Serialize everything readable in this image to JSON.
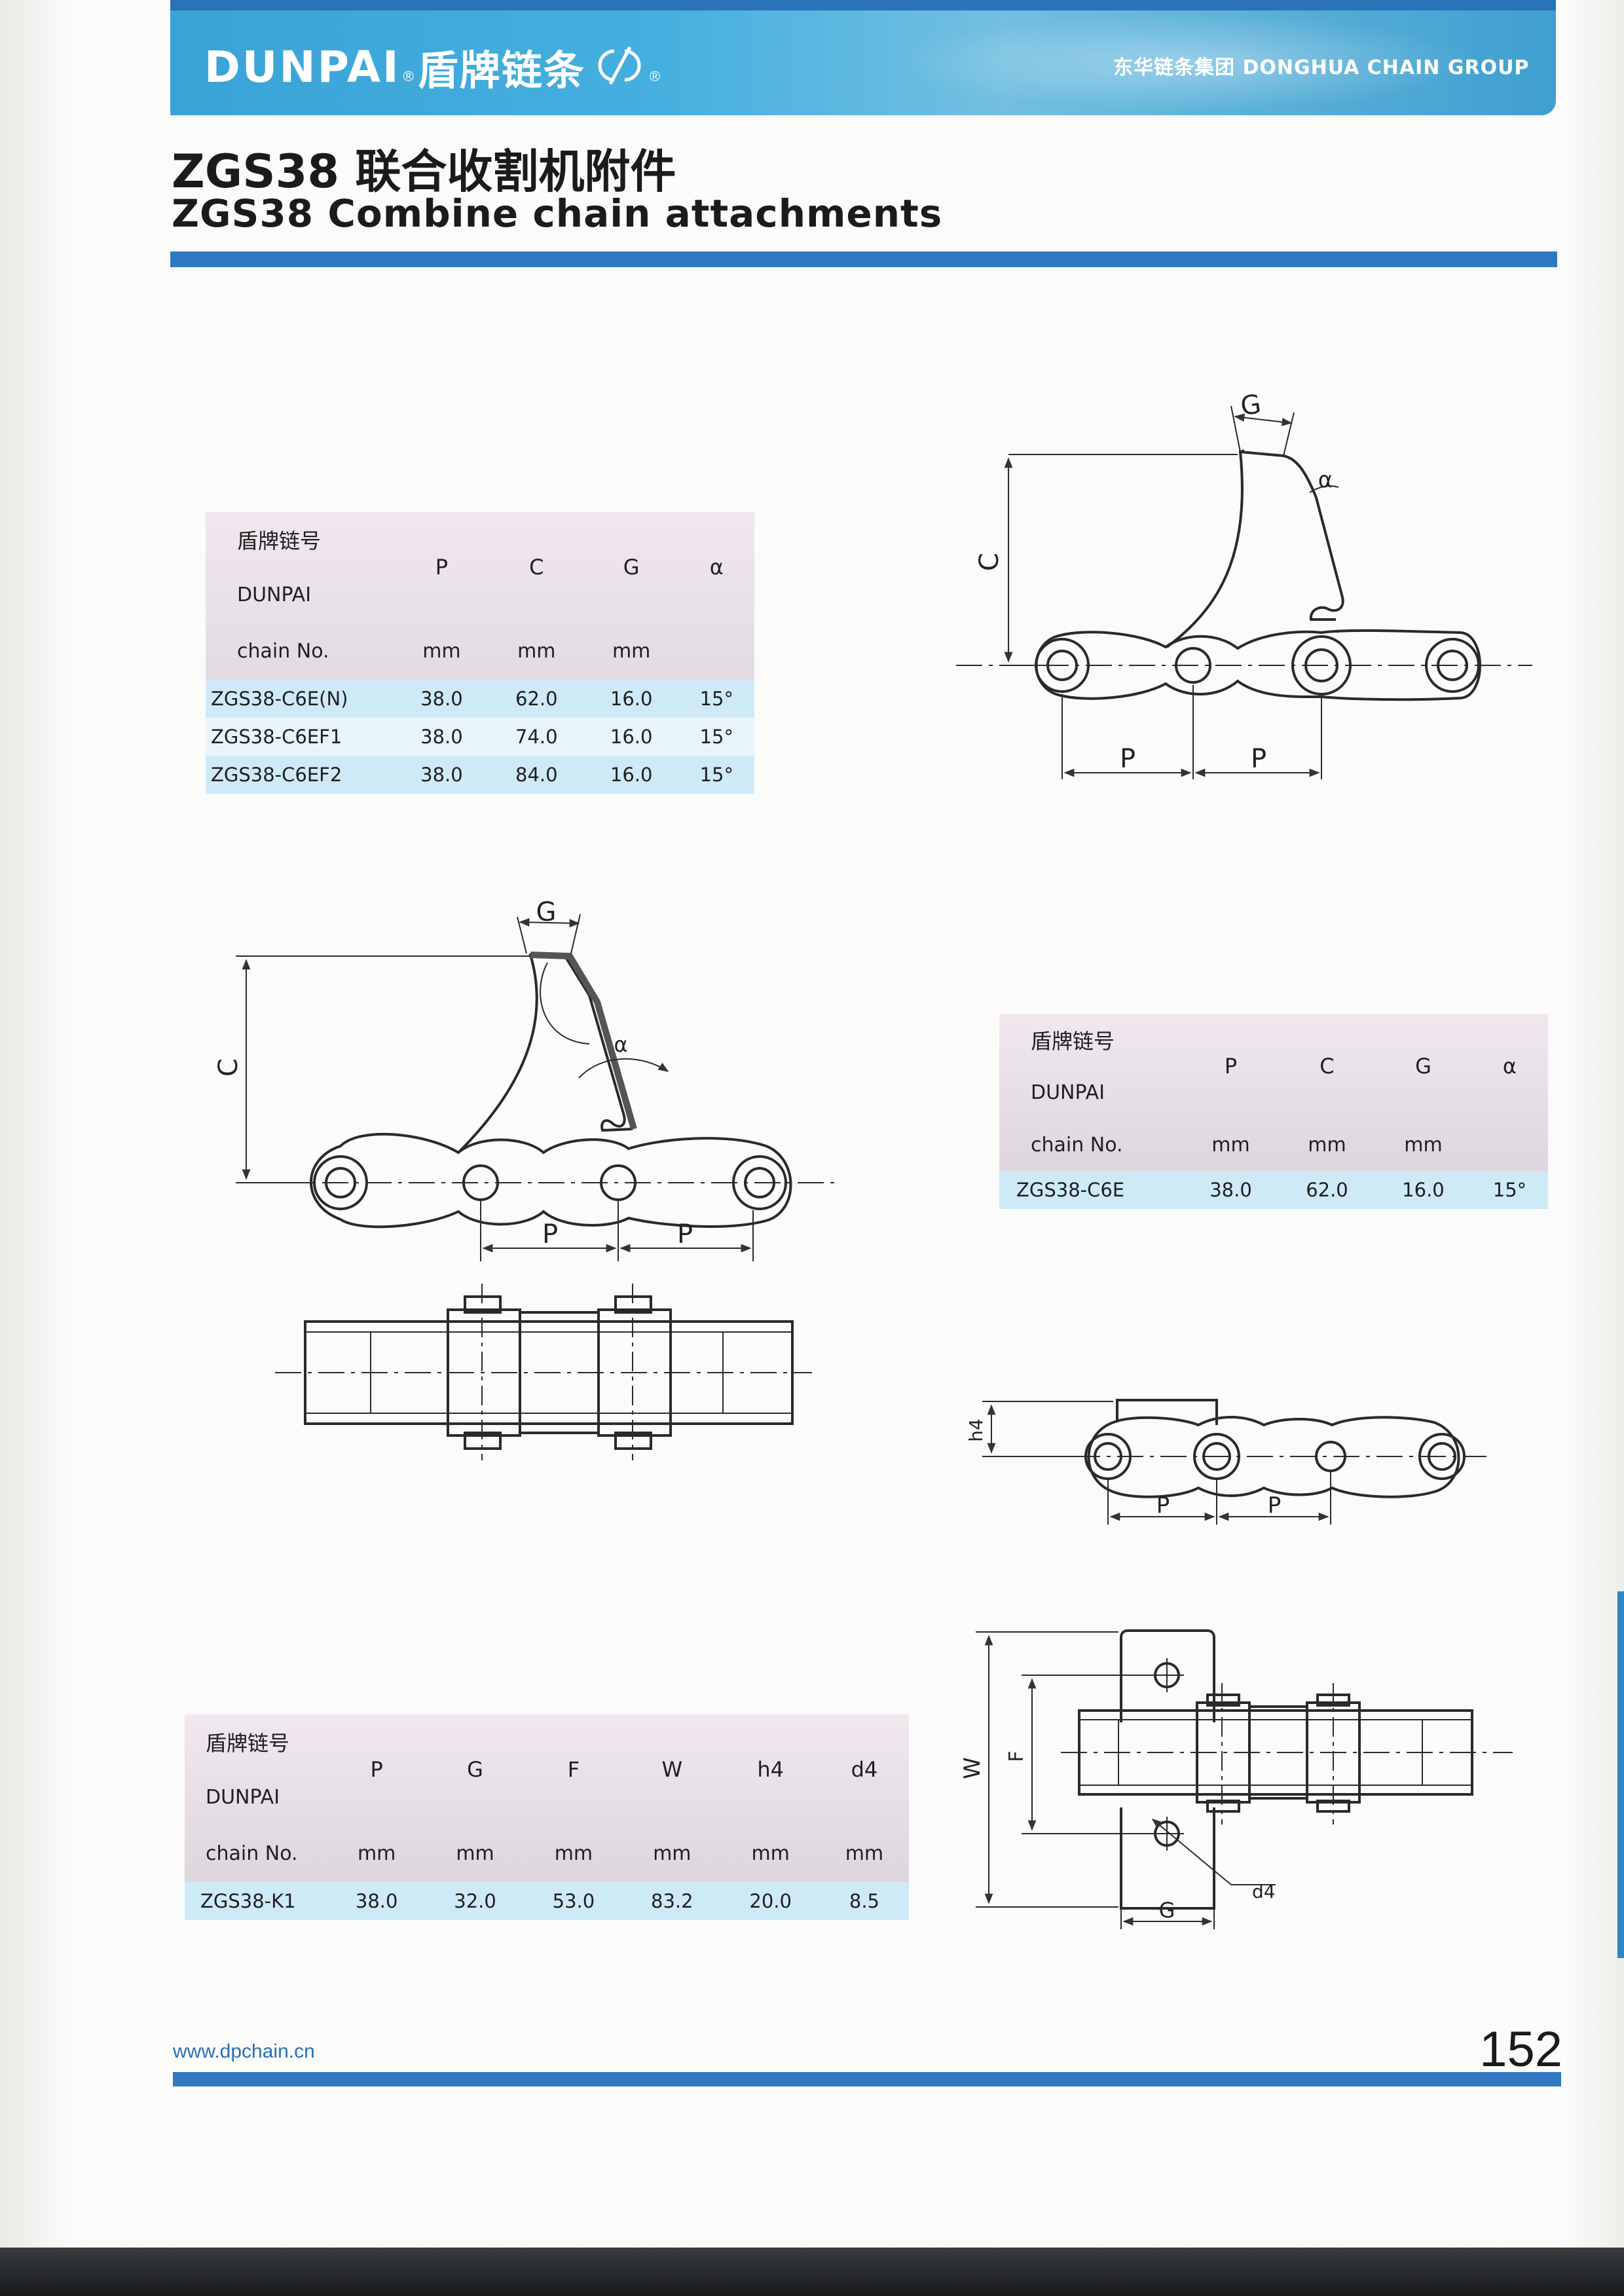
{
  "header": {
    "brand_en": "DUNPAI",
    "brand_reg": "®",
    "brand_cn": "盾牌链条",
    "logo_icon": "dp-logo-icon",
    "group": "东华链条集团 DONGHUA CHAIN GROUP"
  },
  "title": {
    "cn": "ZGS38 联合收割机附件",
    "en": "ZGS38 Combine chain attachments"
  },
  "labels": {
    "dunpai_cn": "盾牌链号",
    "dunpai": "DUNPAI",
    "chain_no": "chain No.",
    "mm": "mm"
  },
  "table1": {
    "columns": [
      "P",
      "C",
      "G",
      "α"
    ],
    "units": [
      "mm",
      "mm",
      "mm",
      ""
    ],
    "rows": [
      [
        "ZGS38-C6E(N)",
        "38.0",
        "62.0",
        "16.0",
        "15°"
      ],
      [
        "ZGS38-C6EF1",
        "38.0",
        "74.0",
        "16.0",
        "15°"
      ],
      [
        "ZGS38-C6EF2",
        "38.0",
        "84.0",
        "16.0",
        "15°"
      ]
    ]
  },
  "table2": {
    "columns": [
      "P",
      "C",
      "G",
      "α"
    ],
    "units": [
      "mm",
      "mm",
      "mm",
      ""
    ],
    "rows": [
      [
        "ZGS38-C6E",
        "38.0",
        "62.0",
        "16.0",
        "15°"
      ]
    ]
  },
  "table3": {
    "columns": [
      "P",
      "G",
      "F",
      "W",
      "h4",
      "d4"
    ],
    "units": [
      "mm",
      "mm",
      "mm",
      "mm",
      "mm",
      "mm"
    ],
    "rows": [
      [
        "ZGS38-K1",
        "38.0",
        "32.0",
        "53.0",
        "83.2",
        "20.0",
        "8.5"
      ]
    ]
  },
  "drawing_labels": {
    "p": "P",
    "c": "C",
    "g": "G",
    "alpha": "α",
    "h4": "h4",
    "w": "W",
    "f": "F",
    "d4": "d4"
  },
  "footer": {
    "website": "www.dpchain.cn",
    "page": "152"
  },
  "colors": {
    "brand_blue": "#2f78c2",
    "header_blue": "#45afdf",
    "table_cyan": "#cfeaf7"
  }
}
